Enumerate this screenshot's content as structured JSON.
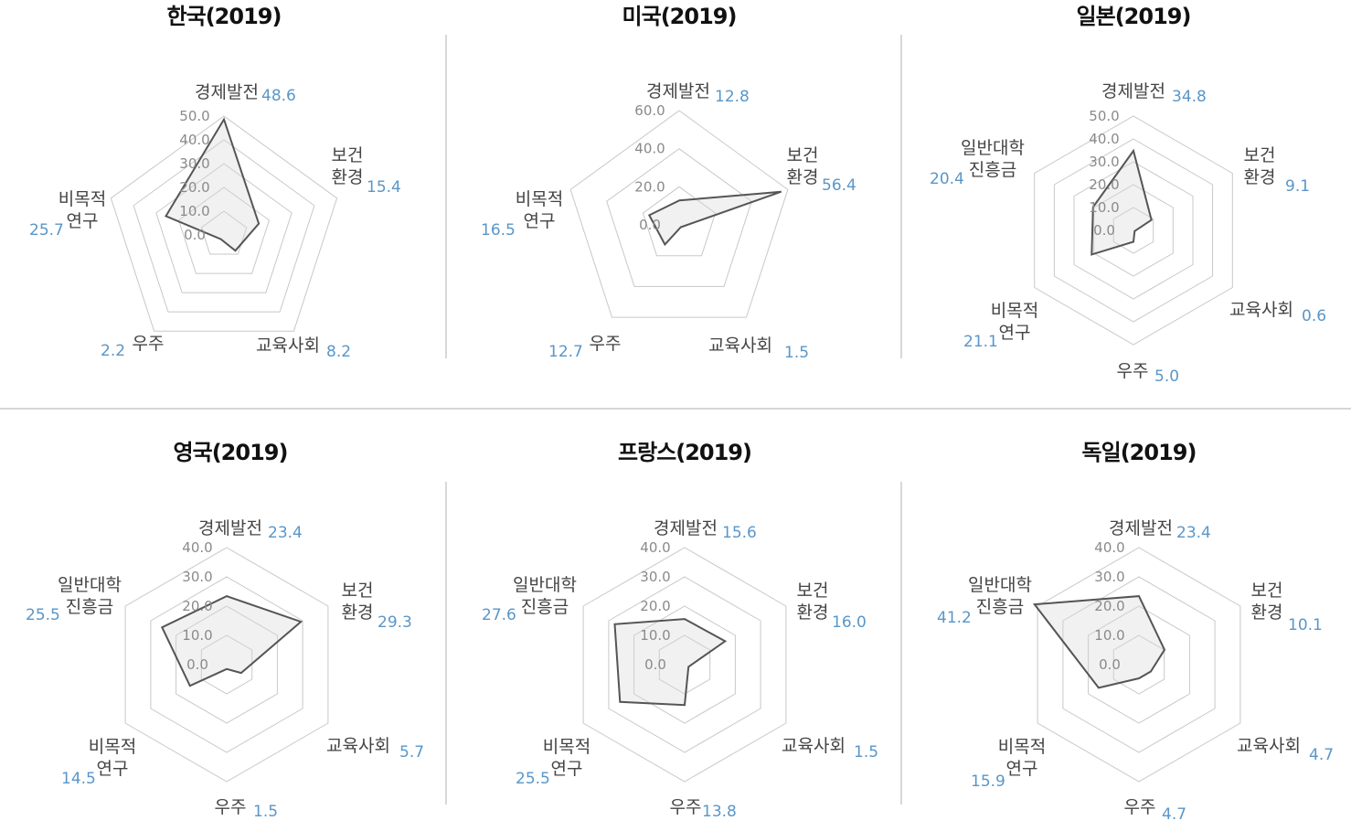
{
  "colors": {
    "value_label": "#5a96c8",
    "series_line": "#555555",
    "grid": "#c8c8c8",
    "title": "#111111"
  },
  "chart_data": [
    {
      "type": "radar",
      "title": "한국(2019)",
      "axes": [
        {
          "label": [
            "경제발전"
          ],
          "value": 48.6,
          "value_label": "48.6"
        },
        {
          "label": [
            "보건",
            "환경"
          ],
          "value": 15.4,
          "value_label": "15.4"
        },
        {
          "label": [
            "교육사회"
          ],
          "value": 8.2,
          "value_label": "8.2"
        },
        {
          "label": [
            "우주"
          ],
          "value": 2.2,
          "value_label": "2.2"
        },
        {
          "label": [
            "비목적",
            "연구"
          ],
          "value": 25.7,
          "value_label": "25.7"
        }
      ],
      "rmax": 50,
      "ticks": [
        "0.0",
        "10.0",
        "20.0",
        "30.0",
        "40.0",
        "50.0"
      ],
      "tick_values": [
        0,
        10,
        20,
        30,
        40,
        50
      ]
    },
    {
      "type": "radar",
      "title": "미국(2019)",
      "axes": [
        {
          "label": [
            "경제발전"
          ],
          "value": 12.8,
          "value_label": "12.8"
        },
        {
          "label": [
            "보건",
            "환경"
          ],
          "value": 56.4,
          "value_label": "56.4"
        },
        {
          "label": [
            "교육사회"
          ],
          "value": 1.5,
          "value_label": "1.5"
        },
        {
          "label": [
            "우주"
          ],
          "value": 12.7,
          "value_label": "12.7"
        },
        {
          "label": [
            "비목적",
            "연구"
          ],
          "value": 16.5,
          "value_label": "16.5"
        }
      ],
      "rmax": 60,
      "ticks": [
        "0.0",
        "20.0",
        "40.0",
        "60.0"
      ],
      "tick_values": [
        0,
        20,
        40,
        60
      ]
    },
    {
      "type": "radar",
      "title": "일본(2019)",
      "axes": [
        {
          "label": [
            "경제발전"
          ],
          "value": 34.8,
          "value_label": "34.8"
        },
        {
          "label": [
            "보건",
            "환경"
          ],
          "value": 9.1,
          "value_label": "9.1"
        },
        {
          "label": [
            "교육사회"
          ],
          "value": 0.6,
          "value_label": "0.6"
        },
        {
          "label": [
            "우주"
          ],
          "value": 5.0,
          "value_label": "5.0"
        },
        {
          "label": [
            "비목적",
            "연구"
          ],
          "value": 21.1,
          "value_label": "21.1"
        },
        {
          "label": [
            "일반대학",
            "진흥금"
          ],
          "value": 20.4,
          "value_label": "20.4"
        }
      ],
      "rmax": 50,
      "ticks": [
        "0.0",
        "10.0",
        "20.0",
        "30.0",
        "40.0",
        "50.0"
      ],
      "tick_values": [
        0,
        10,
        20,
        30,
        40,
        50
      ]
    },
    {
      "type": "radar",
      "title": "영국(2019)",
      "axes": [
        {
          "label": [
            "경제발전"
          ],
          "value": 23.4,
          "value_label": "23.4"
        },
        {
          "label": [
            "보건",
            "환경"
          ],
          "value": 29.3,
          "value_label": "29.3"
        },
        {
          "label": [
            "교육사회"
          ],
          "value": 5.7,
          "value_label": "5.7"
        },
        {
          "label": [
            "우주"
          ],
          "value": 1.5,
          "value_label": "1.5"
        },
        {
          "label": [
            "비목적",
            "연구"
          ],
          "value": 14.5,
          "value_label": "14.5"
        },
        {
          "label": [
            "일반대학",
            "진흥금"
          ],
          "value": 25.5,
          "value_label": "25.5"
        }
      ],
      "rmax": 40,
      "ticks": [
        "0.0",
        "10.0",
        "20.0",
        "30.0",
        "40.0"
      ],
      "tick_values": [
        0,
        10,
        20,
        30,
        40
      ]
    },
    {
      "type": "radar",
      "title": "프랑스(2019)",
      "axes": [
        {
          "label": [
            "경제발전"
          ],
          "value": 15.6,
          "value_label": "15.6"
        },
        {
          "label": [
            "보건",
            "환경"
          ],
          "value": 16.0,
          "value_label": "16.0"
        },
        {
          "label": [
            "교육사회"
          ],
          "value": 1.5,
          "value_label": "1.5"
        },
        {
          "label": [
            "우주"
          ],
          "value": 13.8,
          "value_label": "13.8"
        },
        {
          "label": [
            "비목적",
            "연구"
          ],
          "value": 25.5,
          "value_label": "25.5"
        },
        {
          "label": [
            "일반대학",
            "진흥금"
          ],
          "value": 27.6,
          "value_label": "27.6"
        }
      ],
      "rmax": 40,
      "ticks": [
        "0.0",
        "10.0",
        "20.0",
        "30.0",
        "40.0"
      ],
      "tick_values": [
        0,
        10,
        20,
        30,
        40
      ]
    },
    {
      "type": "radar",
      "title": "독일(2019)",
      "axes": [
        {
          "label": [
            "경제발전"
          ],
          "value": 23.4,
          "value_label": "23.4"
        },
        {
          "label": [
            "보건",
            "환경"
          ],
          "value": 10.1,
          "value_label": "10.1"
        },
        {
          "label": [
            "교육사회"
          ],
          "value": 4.7,
          "value_label": "4.7"
        },
        {
          "label": [
            "우주"
          ],
          "value": 4.7,
          "value_label": "4.7"
        },
        {
          "label": [
            "비목적",
            "연구"
          ],
          "value": 15.9,
          "value_label": "15.9"
        },
        {
          "label": [
            "일반대학",
            "진흥금"
          ],
          "value": 41.2,
          "value_label": "41.2"
        }
      ],
      "rmax": 40,
      "ticks": [
        "0.0",
        "10.0",
        "20.0",
        "30.0",
        "40.0"
      ],
      "tick_values": [
        0,
        10,
        20,
        30,
        40
      ]
    }
  ]
}
